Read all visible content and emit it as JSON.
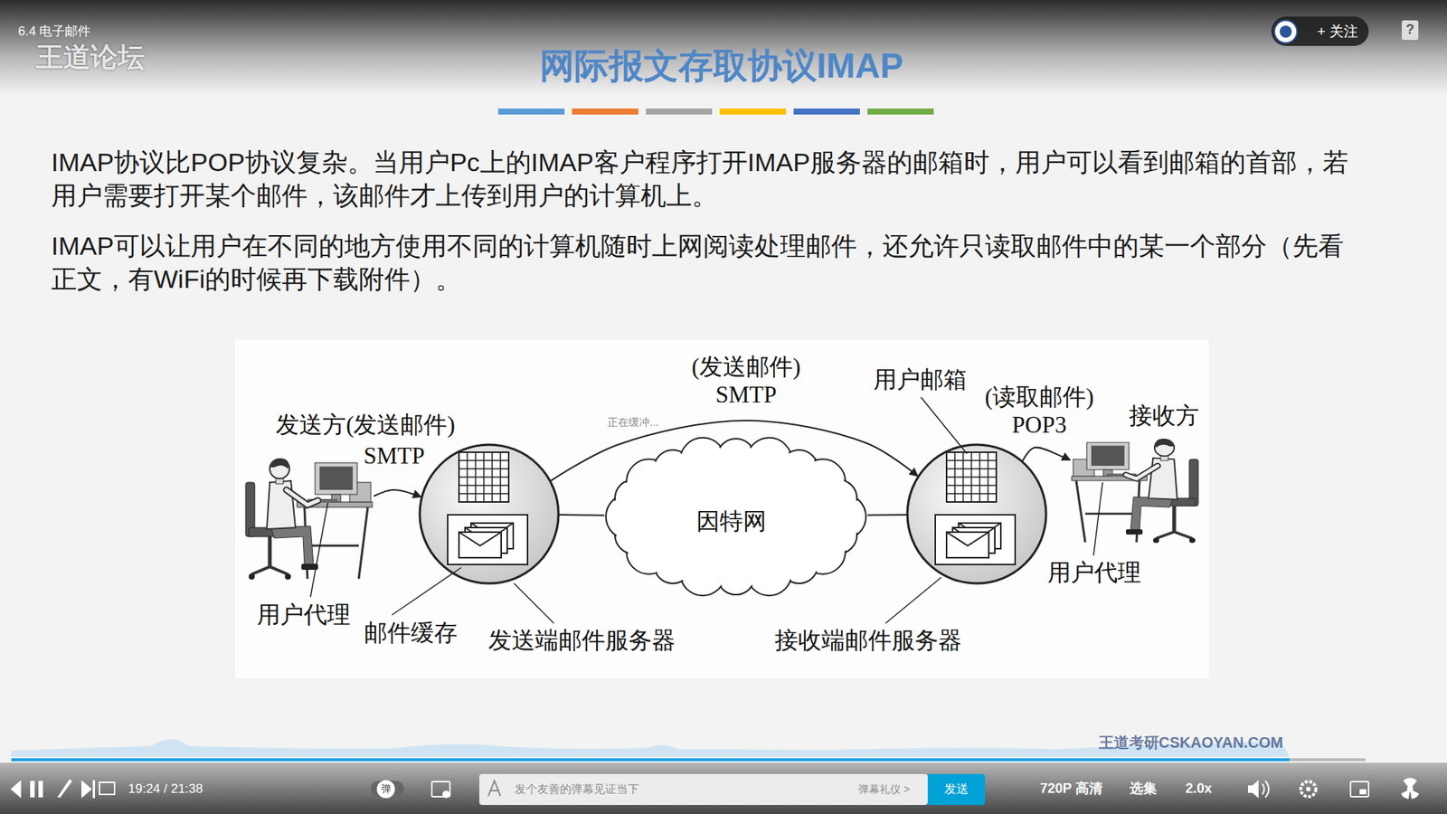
{
  "diagram": {
    "title": "网际报文存取协议IMAP",
    "nodes": [
      {
        "text": [
          "发送方(发送邮件)"
        ]
      },
      {
        "text": [
          "发送端邮件服务器"
        ]
      },
      {
        "text": [
          "因特网"
        ]
      },
      {
        "text": [
          "接收端邮件服务器"
        ]
      },
      {
        "text": [
          "接收方"
        ]
      }
    ],
    "edges": [
      {
        "from": 0,
        "to": 1,
        "label": "SMTP",
        "arrow": "to"
      },
      {
        "from": 1,
        "to": 3,
        "label": "(发送邮件) SMTP",
        "arrow": "to"
      },
      {
        "from": 1,
        "to": 2,
        "arrow": "none"
      },
      {
        "from": 2,
        "to": 3,
        "arrow": "none"
      },
      {
        "from": 3,
        "to": 4,
        "label": "(读取邮件) POP3",
        "arrow": "to"
      }
    ],
    "labels": [
      "6.4 电子邮件",
      "王道论坛",
      "+ 关注",
      "?",
      "IMAP协议比POP协议复杂。当用户Pc上的IMAP客户程序打开IMAP服务器的邮箱时，用户可以看到邮箱的首部，若用户需要打开某个邮件，该邮件才上传到用户的计算机上。",
      "IMAP可以让用户在不同的地方使用不同的计算机随时上网阅读处理邮件，还允许只读取邮件中的某一个部分（先看正文，有WiFi的时候再下载附件）。",
      "用户代理",
      "邮件缓存",
      "用户邮箱",
      "用户代理",
      "正在缓冲...",
      "19:24 / 21:38",
      "弹",
      "发个友善的弹幕见证当下",
      "弹幕礼仪 >",
      "发送",
      "720P 高清",
      "选集",
      "2.0x",
      "王道考研CSKAOYAN.COM"
    ]
  }
}
